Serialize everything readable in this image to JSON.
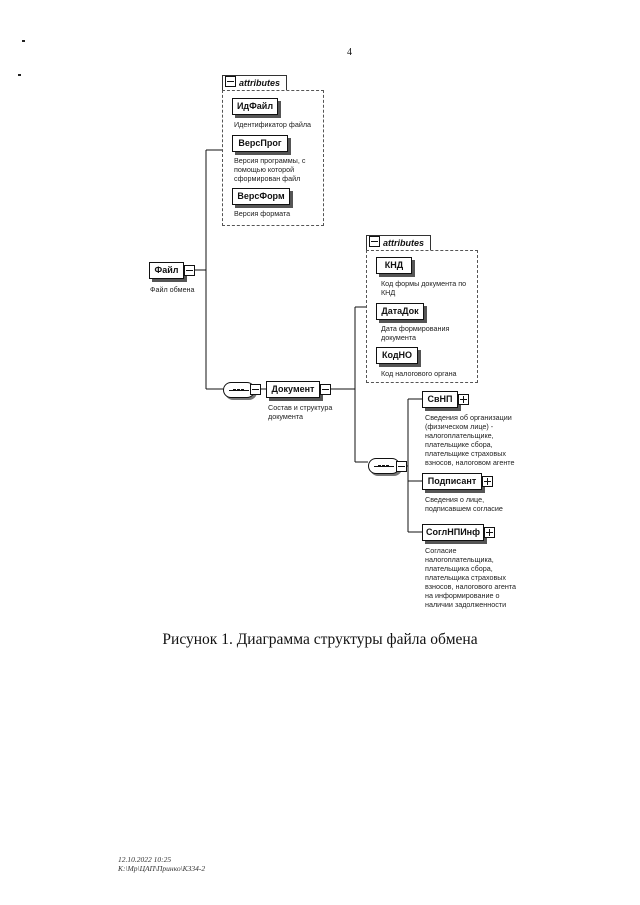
{
  "page_number": "4",
  "root": {
    "name": "Файл",
    "desc": "Файл обмена"
  },
  "root_attributes": {
    "label": "attributes",
    "items": [
      {
        "name": "ИдФайл",
        "desc": "Идентификатор файла"
      },
      {
        "name": "ВерсПрог",
        "desc": "Версия программы, с помощью которой сформирован файл"
      },
      {
        "name": "ВерсФорм",
        "desc": "Версия формата"
      }
    ]
  },
  "document": {
    "name": "Документ",
    "desc": "Состав и структура документа"
  },
  "document_attributes": {
    "label": "attributes",
    "items": [
      {
        "name": "КНД",
        "desc": "Код формы документа по КНД"
      },
      {
        "name": "ДатаДок",
        "desc": "Дата формирования документа"
      },
      {
        "name": "КодНО",
        "desc": "Код налогового органа"
      }
    ]
  },
  "children": [
    {
      "name": "СвНП",
      "desc": "Сведения об организации (физическом лице) - налогоплательщике, плательщике сбора, плательщике страховых взносов, налоговом агенте"
    },
    {
      "name": "Подписант",
      "desc": "Сведения о лице, подписавшем согласие"
    },
    {
      "name": "СоглНПИнф",
      "desc": "Согласие налогоплательщика, плательщика сбора, плательщика страховых взносов, налогового агента на информирование о наличии задолженности"
    }
  ],
  "caption": "Рисунок 1. Диаграмма структуры файла обмена",
  "footer": {
    "timestamp": "12.10.2022 10:25",
    "path": "К:\\Мр\\ЦАП\\Принко\\КЗ34-2"
  }
}
